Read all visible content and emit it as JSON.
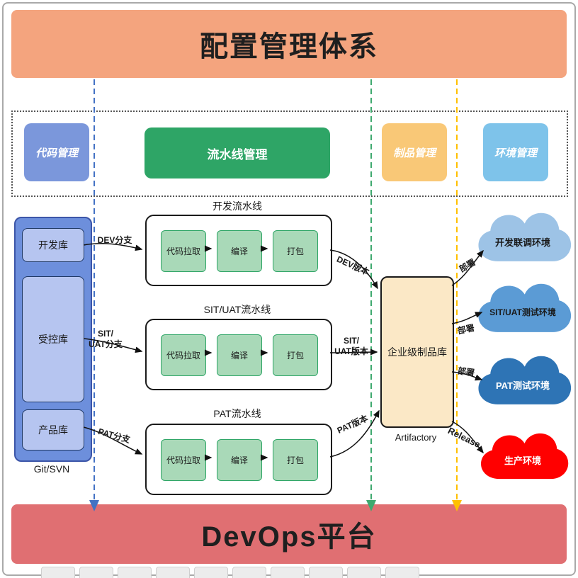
{
  "header": {
    "title": "配置管理体系"
  },
  "footer": {
    "title": "DevOps平台"
  },
  "categories": [
    {
      "label": "代码管理",
      "color": "#7B97DB"
    },
    {
      "label": "流水线管理",
      "color": "#2EA566"
    },
    {
      "label": "制品管理",
      "color": "#F9C877"
    },
    {
      "label": "环境管理",
      "color": "#7EC3EA"
    }
  ],
  "source_control": {
    "caption": "Git/SVN",
    "repos": [
      {
        "label": "开发库"
      },
      {
        "label": "受控库"
      },
      {
        "label": "产品库"
      }
    ]
  },
  "pipelines": [
    {
      "title": "开发流水线",
      "branch_label": "DEV分支",
      "version_label": "DEV版本",
      "steps": [
        "代码拉取",
        "编译",
        "打包"
      ]
    },
    {
      "title": "SIT/UAT流水线",
      "branch_label": "SIT/\nUAT分支",
      "version_label": "SIT/\nUAT版本",
      "steps": [
        "代码拉取",
        "编译",
        "打包"
      ]
    },
    {
      "title": "PAT流水线",
      "branch_label": "PAT分支",
      "version_label": "PAT版本",
      "steps": [
        "代码拉取",
        "编译",
        "打包"
      ]
    }
  ],
  "artifact_repo": {
    "label": "企业级制品库",
    "caption": "Artifactory"
  },
  "environments": [
    {
      "label": "开发联调环境",
      "color": "#9DC3E6",
      "text_color": "#1a1a1a",
      "deploy_label": "部署"
    },
    {
      "label": "SIT/UAT测试环境",
      "color": "#5B9BD5",
      "text_color": "#1a1a1a",
      "deploy_label": "部署"
    },
    {
      "label": "PAT测试环境",
      "color": "#2E74B5",
      "text_color": "#ffffff",
      "deploy_label": "部署"
    },
    {
      "label": "生产环境",
      "color": "#FF0000",
      "text_color": "#ffffff",
      "deploy_label": "Release"
    }
  ],
  "lanes": {
    "code_color": "#4472C4",
    "pipeline_color": "#3FA96F",
    "artifact_color": "#FFC000"
  },
  "banner_colors": {
    "top": "#F4A47E",
    "bottom": "#E06F72"
  }
}
